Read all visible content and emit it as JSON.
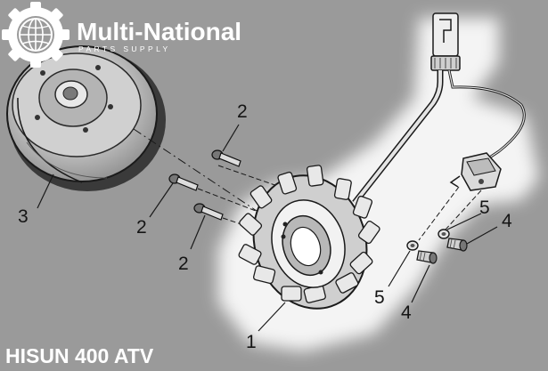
{
  "logo": {
    "name": "Multi-National",
    "tagline": "PARTS SUPPLY",
    "icon": "gear-globe-icon"
  },
  "caption": "HISUN 400 ATV",
  "callouts": [
    "1",
    "2",
    "2",
    "2",
    "3",
    "4",
    "4",
    "5",
    "5"
  ],
  "colors": {
    "background": "#9a9a9a",
    "highlight": "#f4f4f4",
    "line_art": "#1a1a1a",
    "text_white": "#ffffff"
  }
}
